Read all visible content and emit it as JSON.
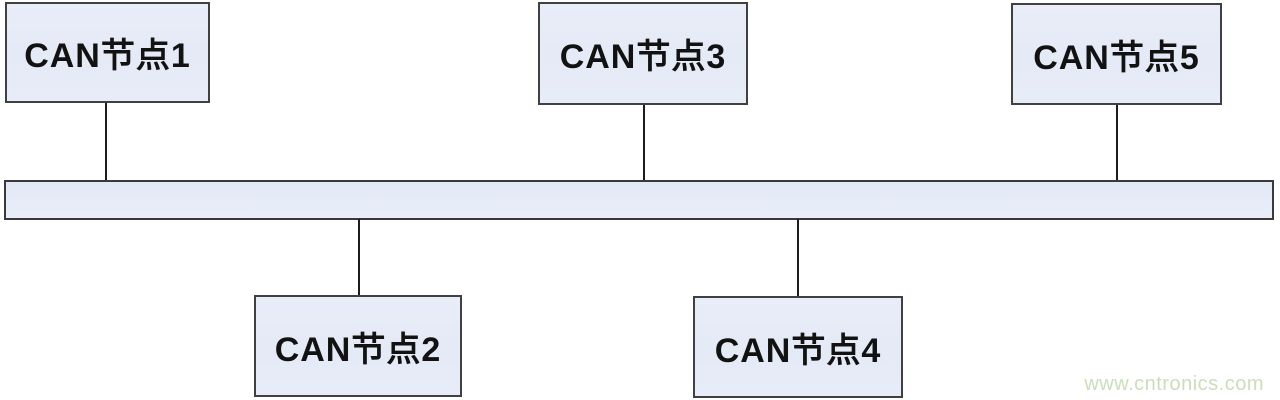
{
  "diagram": {
    "type": "bus-topology",
    "nodes": [
      {
        "id": "can-node-1",
        "label": "CAN节点1",
        "row": "top"
      },
      {
        "id": "can-node-2",
        "label": "CAN节点2",
        "row": "bottom"
      },
      {
        "id": "can-node-3",
        "label": "CAN节点3",
        "row": "top"
      },
      {
        "id": "can-node-4",
        "label": "CAN节点4",
        "row": "bottom"
      },
      {
        "id": "can-node-5",
        "label": "CAN节点5",
        "row": "top"
      }
    ],
    "bus": {
      "description": "horizontal shared bus bar connecting all five CAN nodes"
    },
    "watermark": "www.cntronics.com",
    "colors": {
      "box_fill": "#e6ebf7",
      "box_border": "#404040",
      "connector_line": "#1c1c1c",
      "text": "#121212",
      "watermark": "#c9dfba",
      "background": "#ffffff"
    }
  }
}
